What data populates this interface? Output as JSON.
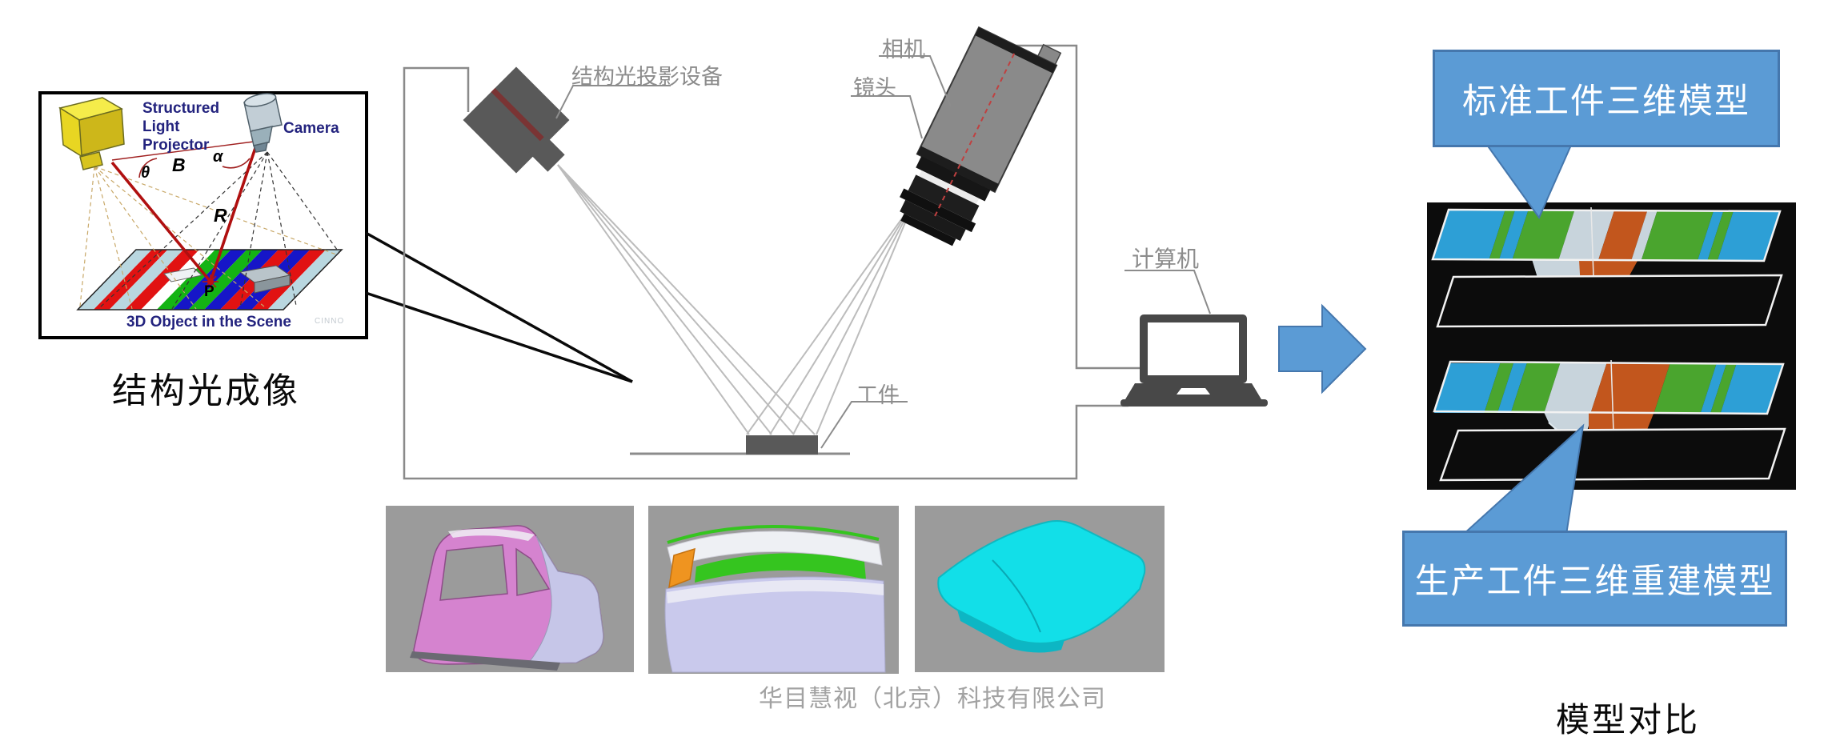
{
  "inset": {
    "projector_label_line1": "Structured",
    "projector_label_line2": "Light",
    "projector_label_line3": "Projector",
    "camera_label": "Camera",
    "baseline_label": "B",
    "theta_label": "θ",
    "alpha_label": "α",
    "r_label": "R",
    "point_label": "P",
    "object_caption": "3D Object in the Scene",
    "watermark": "CINNO",
    "caption": "结构光成像"
  },
  "schematic": {
    "projector_label": "结构光投影设备",
    "camera_label": "相机",
    "lens_label": "镜头",
    "computer_label": "计算机",
    "workpiece_label": "工件"
  },
  "comparison": {
    "top_callout": "标准工件三维模型",
    "bottom_callout": "生产工件三维重建模型",
    "caption": "模型对比"
  },
  "footer": {
    "company": "华目慧视（北京）科技有限公司"
  },
  "colors": {
    "callout_blue": "#5b9bd5",
    "callout_border": "#4577ad",
    "arrow_blue": "#5b9bd5",
    "device_gray": "#595959",
    "line_gray": "#8c8c8c",
    "ray_red": "#b01010",
    "cloud_blue": "#2d9fd6",
    "cloud_green": "#4aa52e",
    "cloud_orange": "#c2561d"
  }
}
